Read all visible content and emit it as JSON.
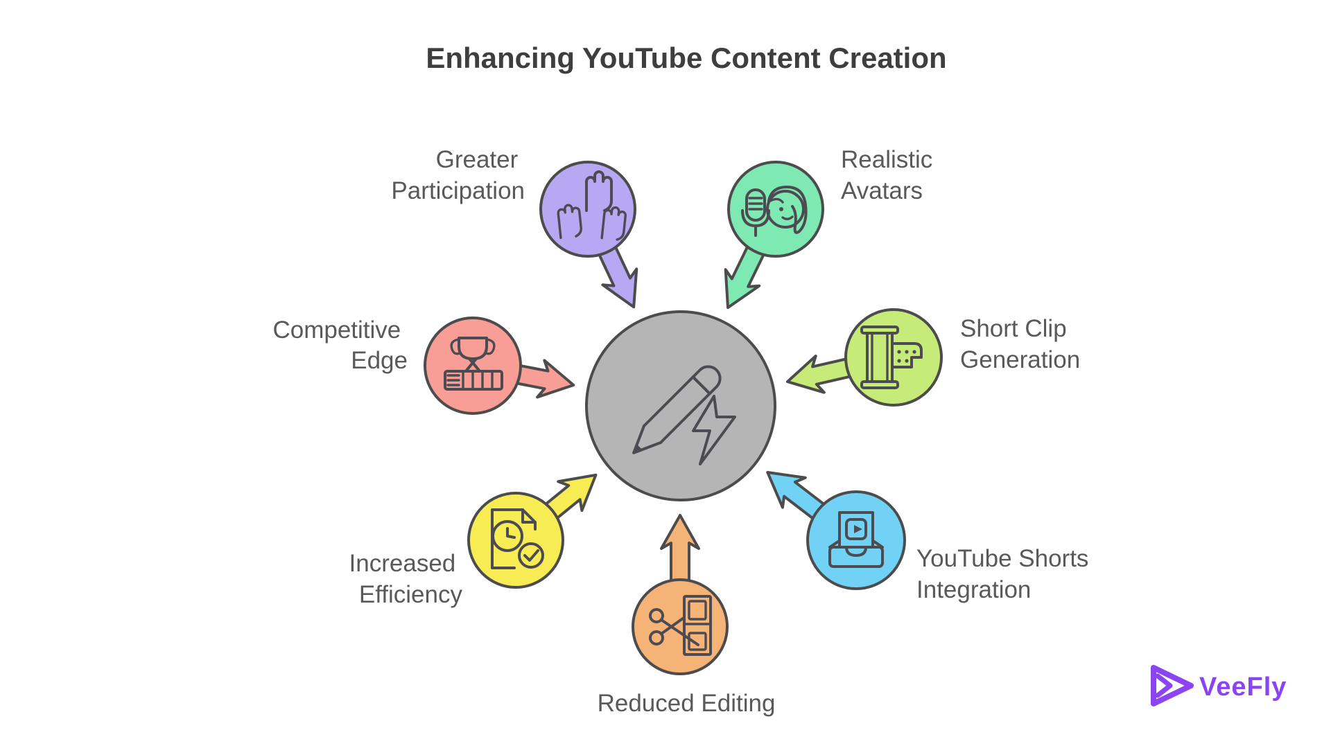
{
  "title": "Enhancing YouTube Content Creation",
  "center": {
    "icon": "pencil-bolt-icon",
    "fill": "#b5b5b5",
    "stroke": "#4c4c4c"
  },
  "spokes": [
    {
      "id": "greater-participation",
      "label_line1": "Greater",
      "label_line2": "Participation",
      "color": "#b6a8f2",
      "icon": "raised-fists-icon"
    },
    {
      "id": "realistic-avatars",
      "label_line1": "Realistic",
      "label_line2": "Avatars",
      "color": "#7fe9b3",
      "icon": "avatar-microphone-icon"
    },
    {
      "id": "short-clip-generation",
      "label_line1": "Short Clip",
      "label_line2": "Generation",
      "color": "#c6eb79",
      "icon": "film-roll-icon"
    },
    {
      "id": "youtube-shorts-integration",
      "label_line1": "YouTube Shorts",
      "label_line2": "Integration",
      "color": "#72d2f5",
      "icon": "video-inbox-icon"
    },
    {
      "id": "reduced-editing",
      "label_line1": "Reduced Editing",
      "color": "#f6b377",
      "icon": "scissors-filmstrip-icon"
    },
    {
      "id": "increased-efficiency",
      "label_line1": "Increased",
      "label_line2": "Efficiency",
      "color": "#f8ec55",
      "icon": "document-clock-check-icon"
    },
    {
      "id": "competitive-edge",
      "label_line1": "Competitive",
      "label_line2": "Edge",
      "color": "#f99e97",
      "icon": "trophy-book-icon"
    }
  ],
  "brand": {
    "name": "VeeFly",
    "color": "#8b44f2"
  },
  "palette": {
    "background": "#ffffff",
    "outline": "#4c4c4c",
    "icon_stroke": "#4b4b51",
    "title_text": "#3e3e3e",
    "label_text": "#595959"
  }
}
